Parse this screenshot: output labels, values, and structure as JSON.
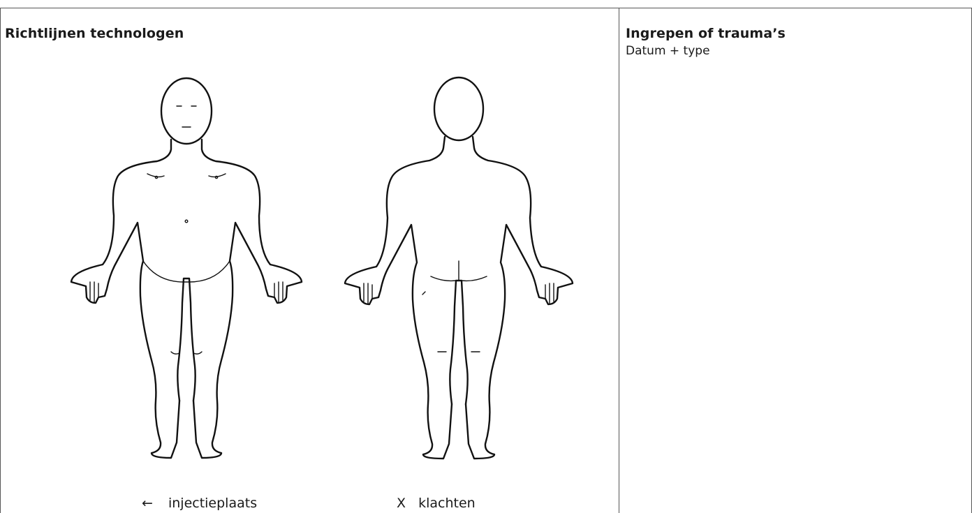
{
  "left_cell": {
    "title": "Richtlijnen technologen",
    "legend": {
      "injection_symbol": "←",
      "injection_label": "injectieplaats",
      "complaints_symbol": "X",
      "complaints_label": "klachten"
    }
  },
  "right_cell": {
    "title": "Ingrepen of trauma’s",
    "subtitle": "Datum + type"
  }
}
